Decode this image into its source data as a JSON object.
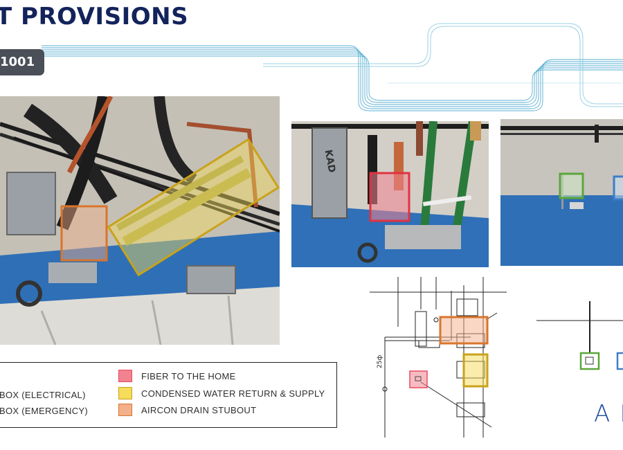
{
  "header": {
    "title": "T PROVISIONS",
    "unit_code": "1001"
  },
  "legend": {
    "left_items": [
      {
        "label": "BOX (ELECTRICAL)",
        "color": "#5aa63a"
      },
      {
        "label": "BOX (EMERGENCY)",
        "color": "#3d7ec8"
      }
    ],
    "right_items": [
      {
        "label": "FIBER TO THE HOME",
        "color": "#e84a5f",
        "fill": "#f1838f"
      },
      {
        "label": "CONDENSED WATER RETURN & SUPPLY",
        "color": "#c9a21a",
        "fill": "#f5dc5a"
      },
      {
        "label": "AIRCON DRAIN STUBOUT",
        "color": "#d9752c",
        "fill": "#f3b08a"
      }
    ]
  },
  "drawing": {
    "dimension_label": "25ф"
  },
  "brand": {
    "logo_text": "AL"
  },
  "colors": {
    "title_navy": "#13235b",
    "badge_gray": "#4a4f58",
    "wave_blue": "#2a8fb8",
    "fiber_red": "#e84a5f",
    "condensed_yellow": "#c9a21a",
    "aircon_orange": "#d9752c",
    "electrical_green": "#5aa63a",
    "emergency_blue": "#3d7ec8"
  }
}
